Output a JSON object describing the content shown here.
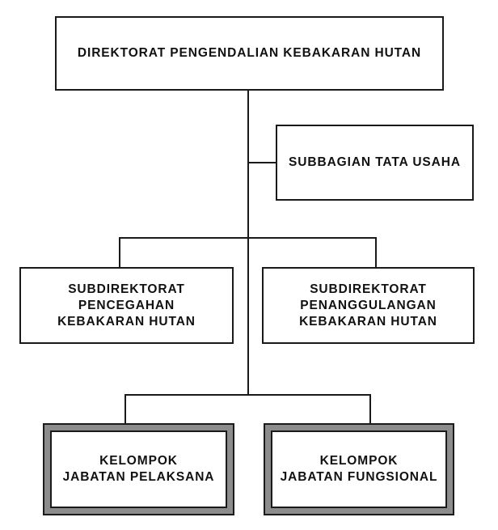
{
  "org_chart": {
    "director": {
      "label": "DIREKTORAT PENGENDALIAN KEBAKARAN HUTAN"
    },
    "administration": {
      "label": "SUBBAGIAN TATA USAHA"
    },
    "subdirectorates": [
      {
        "label": "SUBDIREKTORAT\nPENCEGAHAN\nKEBAKARAN HUTAN"
      },
      {
        "label": "SUBDIREKTORAT\nPENANGGULANGAN\nKEBAKARAN HUTAN"
      }
    ],
    "groups": [
      {
        "label": "KELOMPOK\nJABATAN PELAKSANA"
      },
      {
        "label": "KELOMPOK\nJABATAN FUNGSIONAL"
      }
    ]
  },
  "colors": {
    "line": "#1a1a1a",
    "box_fill": "#ffffff",
    "group_frame_fill": "#8c8c8c"
  }
}
